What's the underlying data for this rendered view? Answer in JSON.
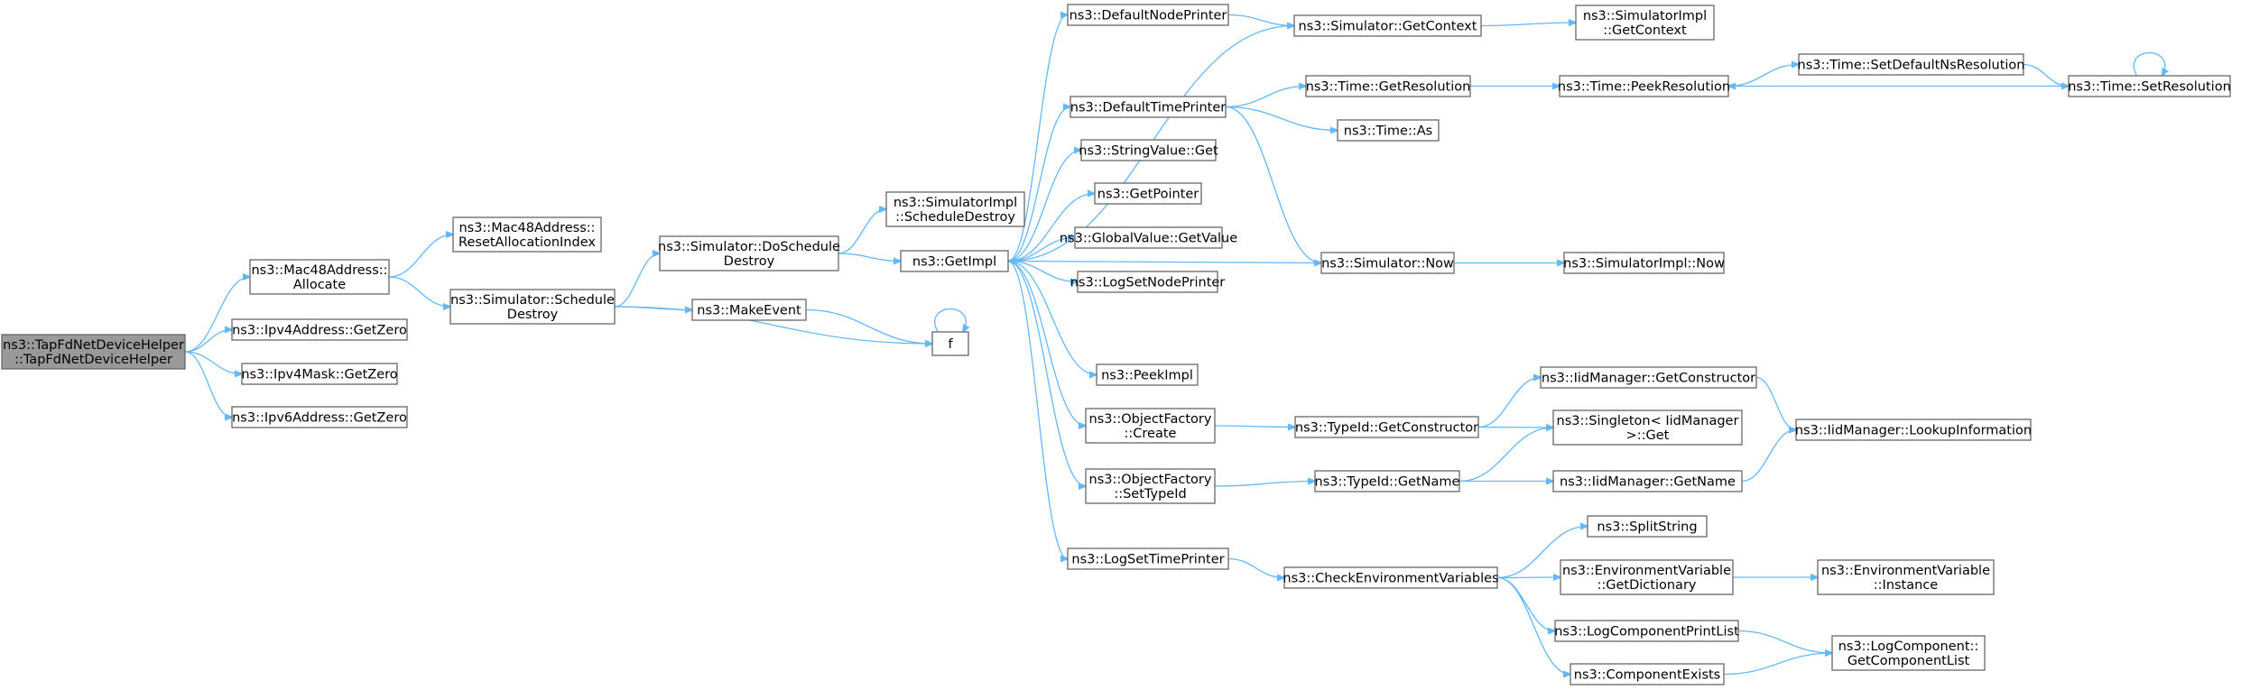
{
  "graph": {
    "type": "call-graph",
    "colors": {
      "edge": "#63b8ff",
      "node_border": "#666666",
      "root_fill": "#999999",
      "node_fill": "#ffffff"
    },
    "nodes": [
      {
        "id": "root",
        "lines": [
          "ns3::TapFdNetDeviceHelper",
          "::TapFdNetDeviceHelper"
        ],
        "root": true
      },
      {
        "id": "mac_alloc",
        "lines": [
          "ns3::Mac48Address::",
          "Allocate"
        ]
      },
      {
        "id": "ipv4addr_zero",
        "lines": [
          "ns3::Ipv4Address::GetZero"
        ]
      },
      {
        "id": "ipv4mask_zero",
        "lines": [
          "ns3::Ipv4Mask::GetZero"
        ]
      },
      {
        "id": "ipv6addr_zero",
        "lines": [
          "ns3::Ipv6Address::GetZero"
        ]
      },
      {
        "id": "mac_reset",
        "lines": [
          "ns3::Mac48Address::",
          "ResetAllocationIndex"
        ]
      },
      {
        "id": "sim_sched_destroy",
        "lines": [
          "ns3::Simulator::Schedule",
          "Destroy"
        ]
      },
      {
        "id": "sim_do_sched_destroy",
        "lines": [
          "ns3::Simulator::DoSchedule",
          "Destroy"
        ]
      },
      {
        "id": "make_event",
        "lines": [
          "ns3::MakeEvent"
        ]
      },
      {
        "id": "f",
        "lines": [
          "f"
        ]
      },
      {
        "id": "simimpl_sched_destroy",
        "lines": [
          "ns3::SimulatorImpl",
          "::ScheduleDestroy"
        ]
      },
      {
        "id": "get_impl",
        "lines": [
          "ns3::GetImpl"
        ]
      },
      {
        "id": "default_node_printer",
        "lines": [
          "ns3::DefaultNodePrinter"
        ]
      },
      {
        "id": "default_time_printer",
        "lines": [
          "ns3::DefaultTimePrinter"
        ]
      },
      {
        "id": "string_value_get",
        "lines": [
          "ns3::StringValue::Get"
        ]
      },
      {
        "id": "get_pointer",
        "lines": [
          "ns3::GetPointer"
        ]
      },
      {
        "id": "global_value_get",
        "lines": [
          "ns3::GlobalValue::GetValue"
        ]
      },
      {
        "id": "log_set_node_printer",
        "lines": [
          "ns3::LogSetNodePrinter"
        ]
      },
      {
        "id": "peek_impl",
        "lines": [
          "ns3::PeekImpl"
        ]
      },
      {
        "id": "obj_factory_create",
        "lines": [
          "ns3::ObjectFactory",
          "::Create"
        ]
      },
      {
        "id": "obj_factory_settypeid",
        "lines": [
          "ns3::ObjectFactory",
          "::SetTypeId"
        ]
      },
      {
        "id": "log_set_time_printer",
        "lines": [
          "ns3::LogSetTimePrinter"
        ]
      },
      {
        "id": "sim_get_context",
        "lines": [
          "ns3::Simulator::GetContext"
        ]
      },
      {
        "id": "simimpl_get_context",
        "lines": [
          "ns3::SimulatorImpl",
          "::GetContext"
        ]
      },
      {
        "id": "time_get_resolution",
        "lines": [
          "ns3::Time::GetResolution"
        ]
      },
      {
        "id": "time_as",
        "lines": [
          "ns3::Time::As"
        ]
      },
      {
        "id": "sim_now",
        "lines": [
          "ns3::Simulator::Now"
        ]
      },
      {
        "id": "simimpl_now",
        "lines": [
          "ns3::SimulatorImpl::Now"
        ]
      },
      {
        "id": "time_peek_resolution",
        "lines": [
          "ns3::Time::PeekResolution"
        ]
      },
      {
        "id": "time_set_default_ns",
        "lines": [
          "ns3::Time::SetDefaultNsResolution"
        ]
      },
      {
        "id": "time_set_resolution",
        "lines": [
          "ns3::Time::SetResolution"
        ]
      },
      {
        "id": "typeid_get_constructor",
        "lines": [
          "ns3::TypeId::GetConstructor"
        ]
      },
      {
        "id": "typeid_get_name",
        "lines": [
          "ns3::TypeId::GetName"
        ]
      },
      {
        "id": "iid_get_constructor",
        "lines": [
          "ns3::IidManager::GetConstructor"
        ]
      },
      {
        "id": "singleton_get",
        "lines": [
          "ns3::Singleton< IidManager",
          ">::Get"
        ]
      },
      {
        "id": "iid_get_name",
        "lines": [
          "ns3::IidManager::GetName"
        ]
      },
      {
        "id": "iid_lookup",
        "lines": [
          "ns3::IidManager::LookupInformation"
        ]
      },
      {
        "id": "check_env",
        "lines": [
          "ns3::CheckEnvironmentVariables"
        ]
      },
      {
        "id": "split_string",
        "lines": [
          "ns3::SplitString"
        ]
      },
      {
        "id": "env_get_dict",
        "lines": [
          "ns3::EnvironmentVariable",
          "::GetDictionary"
        ]
      },
      {
        "id": "env_instance",
        "lines": [
          "ns3::EnvironmentVariable",
          "::Instance"
        ]
      },
      {
        "id": "log_comp_print_list",
        "lines": [
          "ns3::LogComponentPrintList"
        ]
      },
      {
        "id": "component_exists",
        "lines": [
          "ns3::ComponentExists"
        ]
      },
      {
        "id": "log_comp_get_list",
        "lines": [
          "ns3::LogComponent::",
          "GetComponentList"
        ]
      }
    ],
    "edges": [
      [
        "root",
        "mac_alloc"
      ],
      [
        "root",
        "ipv4addr_zero"
      ],
      [
        "root",
        "ipv4mask_zero"
      ],
      [
        "root",
        "ipv6addr_zero"
      ],
      [
        "mac_alloc",
        "mac_reset"
      ],
      [
        "mac_alloc",
        "sim_sched_destroy"
      ],
      [
        "sim_sched_destroy",
        "sim_do_sched_destroy"
      ],
      [
        "sim_sched_destroy",
        "make_event"
      ],
      [
        "sim_sched_destroy",
        "f"
      ],
      [
        "make_event",
        "f"
      ],
      [
        "f",
        "f"
      ],
      [
        "sim_do_sched_destroy",
        "simimpl_sched_destroy"
      ],
      [
        "sim_do_sched_destroy",
        "get_impl"
      ],
      [
        "get_impl",
        "default_node_printer"
      ],
      [
        "get_impl",
        "default_time_printer"
      ],
      [
        "get_impl",
        "string_value_get"
      ],
      [
        "get_impl",
        "get_pointer"
      ],
      [
        "get_impl",
        "global_value_get"
      ],
      [
        "get_impl",
        "log_set_node_printer"
      ],
      [
        "get_impl",
        "peek_impl"
      ],
      [
        "get_impl",
        "obj_factory_create"
      ],
      [
        "get_impl",
        "obj_factory_settypeid"
      ],
      [
        "get_impl",
        "log_set_time_printer"
      ],
      [
        "default_node_printer",
        "sim_get_context"
      ],
      [
        "sim_get_context",
        "simimpl_get_context"
      ],
      [
        "sim_get_context",
        "get_impl"
      ],
      [
        "default_time_printer",
        "time_get_resolution"
      ],
      [
        "default_time_printer",
        "time_as"
      ],
      [
        "default_time_printer",
        "sim_now"
      ],
      [
        "sim_now",
        "simimpl_now"
      ],
      [
        "sim_now",
        "get_impl"
      ],
      [
        "time_get_resolution",
        "time_peek_resolution"
      ],
      [
        "time_peek_resolution",
        "time_set_default_ns"
      ],
      [
        "time_set_default_ns",
        "time_set_resolution"
      ],
      [
        "time_set_resolution",
        "time_peek_resolution"
      ],
      [
        "time_set_resolution",
        "time_set_resolution"
      ],
      [
        "obj_factory_create",
        "typeid_get_constructor"
      ],
      [
        "obj_factory_settypeid",
        "typeid_get_name"
      ],
      [
        "typeid_get_constructor",
        "iid_get_constructor"
      ],
      [
        "typeid_get_constructor",
        "singleton_get"
      ],
      [
        "typeid_get_name",
        "singleton_get"
      ],
      [
        "typeid_get_name",
        "iid_get_name"
      ],
      [
        "iid_get_constructor",
        "iid_lookup"
      ],
      [
        "iid_get_name",
        "iid_lookup"
      ],
      [
        "log_set_time_printer",
        "check_env"
      ],
      [
        "check_env",
        "split_string"
      ],
      [
        "check_env",
        "env_get_dict"
      ],
      [
        "check_env",
        "log_comp_print_list"
      ],
      [
        "check_env",
        "component_exists"
      ],
      [
        "env_get_dict",
        "env_instance"
      ],
      [
        "log_comp_print_list",
        "log_comp_get_list"
      ],
      [
        "component_exists",
        "log_comp_get_list"
      ]
    ]
  }
}
